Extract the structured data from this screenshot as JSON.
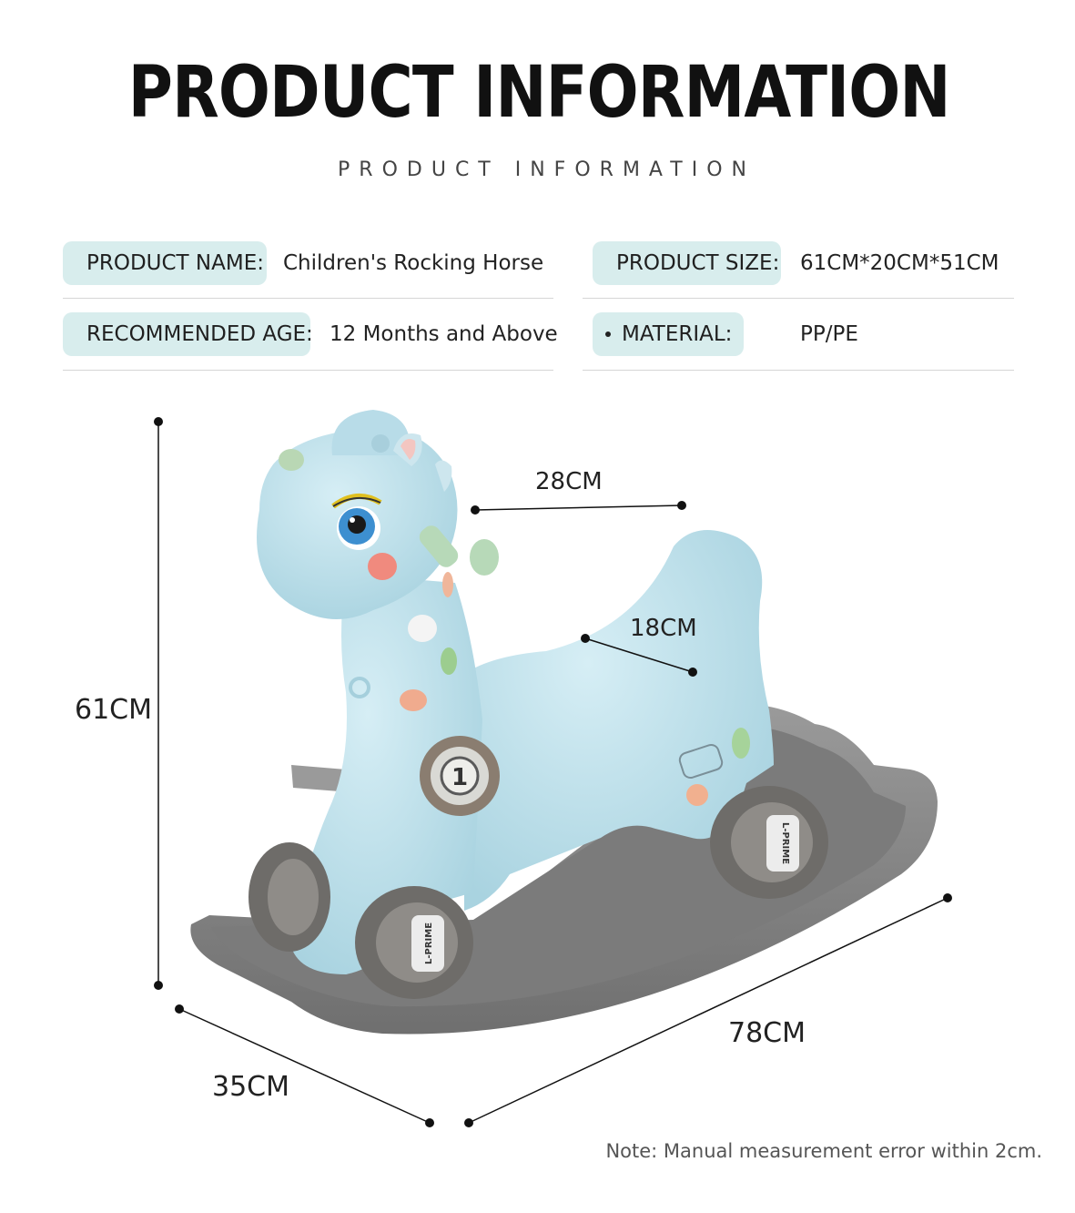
{
  "header": {
    "title": "PRODUCT INFORMATION",
    "subtitle": "PRODUCT INFORMATION"
  },
  "specs": [
    {
      "label": "PRODUCT NAME:",
      "value": "Children's Rocking Horse"
    },
    {
      "label": "PRODUCT SIZE:",
      "value": "61CM*20CM*51CM"
    },
    {
      "label": "RECOMMENDED AGE:",
      "value": "12 Months and Above"
    },
    {
      "label": "MATERIAL:",
      "value": "PP/PE"
    }
  ],
  "dimensions": {
    "height": "61CM",
    "handle_to_seat": "28CM",
    "seat": "18CM",
    "width": "35CM",
    "length": "78CM"
  },
  "product_markings": {
    "badge_number": "1",
    "brand": "L-PRIME"
  },
  "colors": {
    "pill_bg": "#d8eded",
    "horse_body": "#bfe0ea",
    "rocker_base": "#8d8d8d",
    "wheel": "#6e6c69"
  },
  "note": "Note: Manual measurement error within 2cm."
}
